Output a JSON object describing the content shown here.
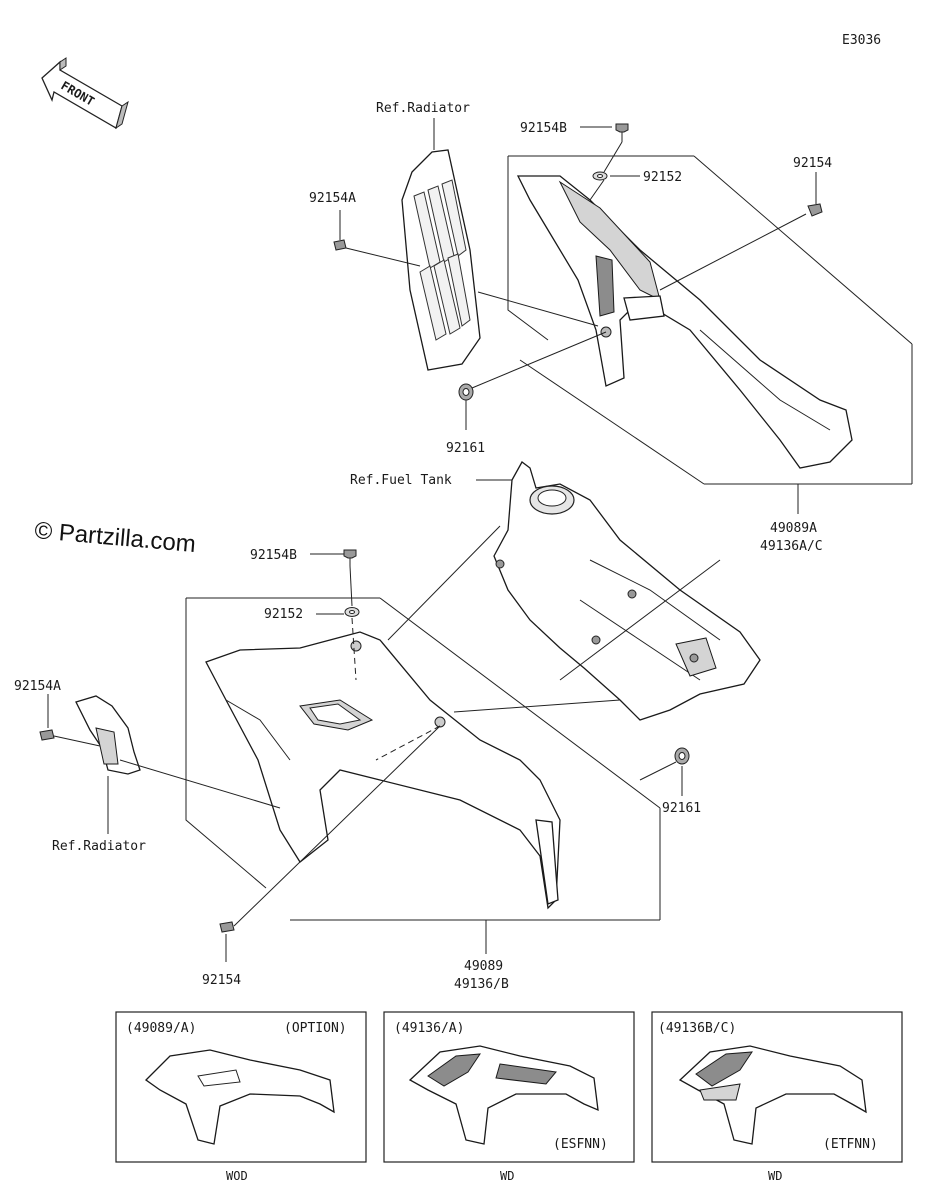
{
  "diagram_code": "E3036",
  "front_label": "FRONT",
  "watermark": "© Partzilla.com",
  "refs": {
    "radiator_top": "Ref.Radiator",
    "radiator_left": "Ref.Radiator",
    "fuel_tank": "Ref.Fuel Tank"
  },
  "callouts": {
    "c_92154B_top": "92154B",
    "c_92152_top": "92152",
    "c_92154_top": "92154",
    "c_92154A_top": "92154A",
    "c_92161_top": "92161",
    "c_49089A": "49089A",
    "c_49136AC": "49136A/C",
    "c_92154B_mid": "92154B",
    "c_92152_mid": "92152",
    "c_92154A_left": "92154A",
    "c_92161_right": "92161",
    "c_92154_bottom": "92154",
    "c_49089": "49089",
    "c_49136B": "49136/B"
  },
  "variants": [
    {
      "code": "(49089/A)",
      "note": "(OPTION)",
      "caption": "WOD"
    },
    {
      "code": "(49136/A)",
      "note": "(ESFNN)",
      "caption": "WD"
    },
    {
      "code": "(49136B/C)",
      "note": "(ETFNN)",
      "caption": "WD"
    }
  ]
}
